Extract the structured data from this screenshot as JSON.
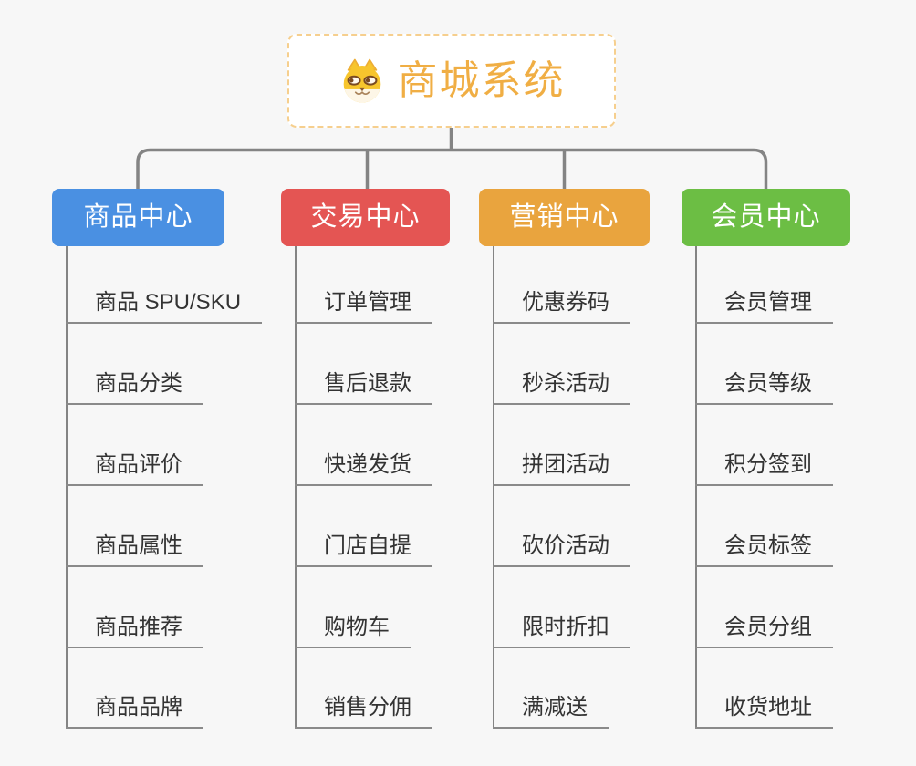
{
  "root": {
    "title": "商城系统",
    "icon": "dog-face-icon"
  },
  "branches": [
    {
      "label": "商品中心",
      "color": "#4A90E2",
      "children": [
        "商品 SPU/SKU",
        "商品分类",
        "商品评价",
        "商品属性",
        "商品推荐",
        "商品品牌"
      ]
    },
    {
      "label": "交易中心",
      "color": "#E45553",
      "children": [
        "订单管理",
        "售后退款",
        "快递发货",
        "门店自提",
        "购物车",
        "销售分佣"
      ]
    },
    {
      "label": "营销中心",
      "color": "#E9A43E",
      "children": [
        "优惠券码",
        "秒杀活动",
        "拼团活动",
        "砍价活动",
        "限时折扣",
        "满减送"
      ]
    },
    {
      "label": "会员中心",
      "color": "#6CBE44",
      "children": [
        "会员管理",
        "会员等级",
        "积分签到",
        "会员标签",
        "会员分组",
        "收货地址"
      ]
    }
  ],
  "colors": {
    "background": "#f7f7f7",
    "connector": "#848484",
    "underline": "#8a8a8a",
    "root_text": "#F0AE44",
    "root_border": "#F6CF8E",
    "item_text": "#333333"
  }
}
